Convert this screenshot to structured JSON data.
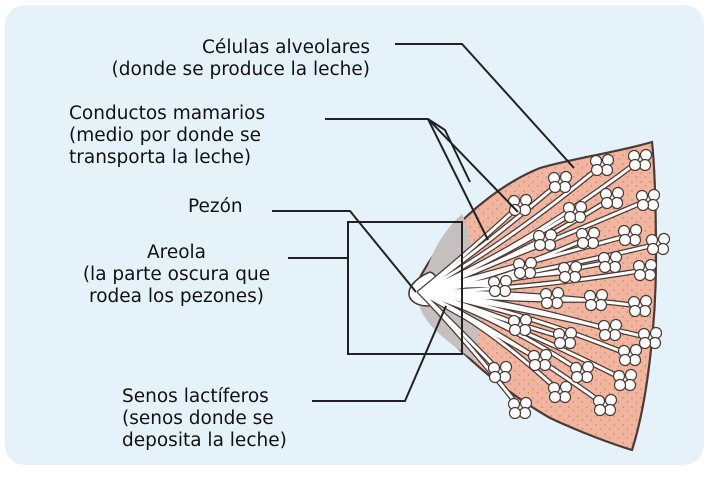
{
  "colors": {
    "panel_background": "#E6F2FA",
    "tissue_fill": "#F2B6A0",
    "tissue_outline": "#4A3A36",
    "areola_fill": "#C5C0BD",
    "duct_fill": "#FFFFFF",
    "leader_line": "#222222",
    "text": "#111111"
  },
  "labels": {
    "alveolar": {
      "line1": "Células alveolares",
      "line2": "(donde se produce la leche)"
    },
    "ducts": {
      "line1": "Conductos mamarios",
      "line2": "(medio por donde se",
      "line3": "transporta la leche)"
    },
    "nipple": {
      "line1": "Pezón"
    },
    "areola": {
      "line1": "Areola",
      "line2": "(la parte oscura que",
      "line3": "rodea los pezones)"
    },
    "sinuses": {
      "line1": "Senos lactíferos",
      "line2": "(senos donde se",
      "line3": "deposita la leche)"
    }
  }
}
